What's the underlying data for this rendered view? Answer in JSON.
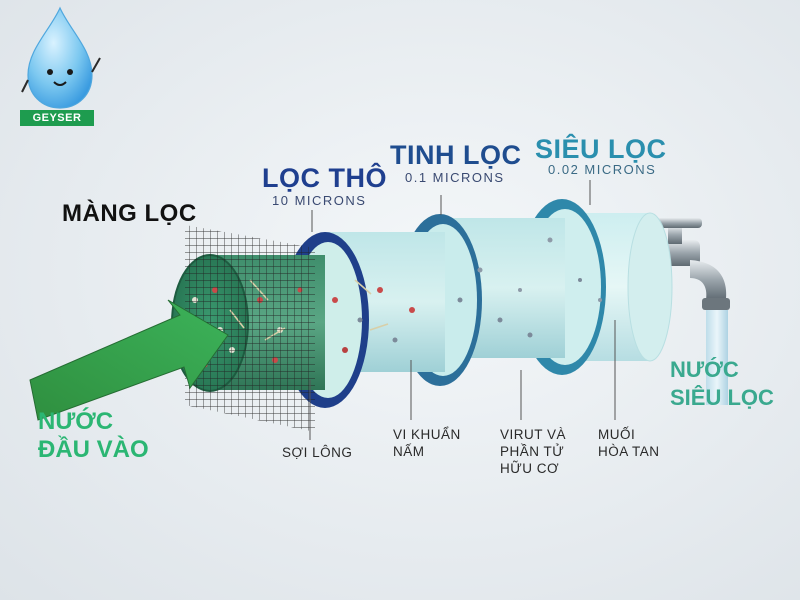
{
  "logo": {
    "text": "GEYSER",
    "icon": "water-drop-mascot-icon"
  },
  "membrane_label": "MÀNG LỌC",
  "stages": [
    {
      "title": "LỌC THÔ",
      "sub": "10 MICRONS",
      "color": "#1f3f8f",
      "sub_color": "#3a4a72"
    },
    {
      "title": "TINH LỌC",
      "sub": "0.1 MICRONS",
      "color": "#1f4d8f",
      "sub_color": "#3a4a72"
    },
    {
      "title": "SIÊU LỌC",
      "sub": "0.02 MICRONS",
      "color": "#2a8fae",
      "sub_color": "#3a6a85"
    }
  ],
  "inflow": {
    "line1": "NƯỚC",
    "line2": "ĐẦU VÀO"
  },
  "outflow": {
    "line1": "NƯỚC",
    "line2": "SIÊU LỌC"
  },
  "removed": [
    {
      "line1": "SỢI LÔNG",
      "line2": "",
      "line3": ""
    },
    {
      "line1": "VI KHUẨN",
      "line2": "NẤM",
      "line3": ""
    },
    {
      "line1": "VIRUT VÀ",
      "line2": "PHẦN TỬ",
      "line3": "HỮU CƠ"
    },
    {
      "line1": "MUỐI",
      "line2": "HÒA TAN",
      "line3": ""
    }
  ],
  "colors": {
    "accent_green": "#2bb673",
    "tap_water": "#cfe8f3"
  }
}
